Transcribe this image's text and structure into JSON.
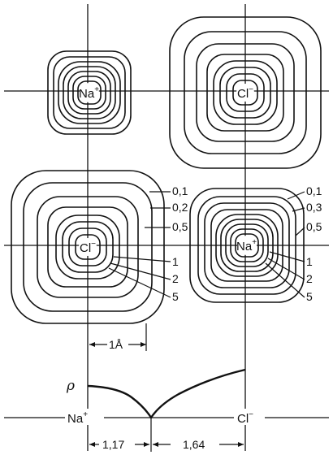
{
  "ions": {
    "na_top": {
      "symbol": "Na",
      "charge": "+"
    },
    "cl_top": {
      "symbol": "Cl",
      "charge": "−"
    },
    "cl_mid": {
      "symbol": "Cl",
      "charge": "−"
    },
    "na_mid": {
      "symbol": "Na",
      "charge": "+"
    }
  },
  "contour_labels": {
    "chloride": [
      "0,1",
      "0,2",
      "0,5",
      "1",
      "2",
      "5"
    ],
    "sodium": [
      "0,1",
      "0,3",
      "0,5",
      "1",
      "2",
      "5"
    ]
  },
  "scale_bar": {
    "label": "1Å"
  },
  "profile": {
    "y_label": "ρ",
    "left_ion": {
      "symbol": "Na",
      "charge": "+"
    },
    "right_ion": {
      "symbol": "Cl",
      "charge": "−"
    },
    "distances": [
      "1,17",
      "1,64"
    ]
  }
}
